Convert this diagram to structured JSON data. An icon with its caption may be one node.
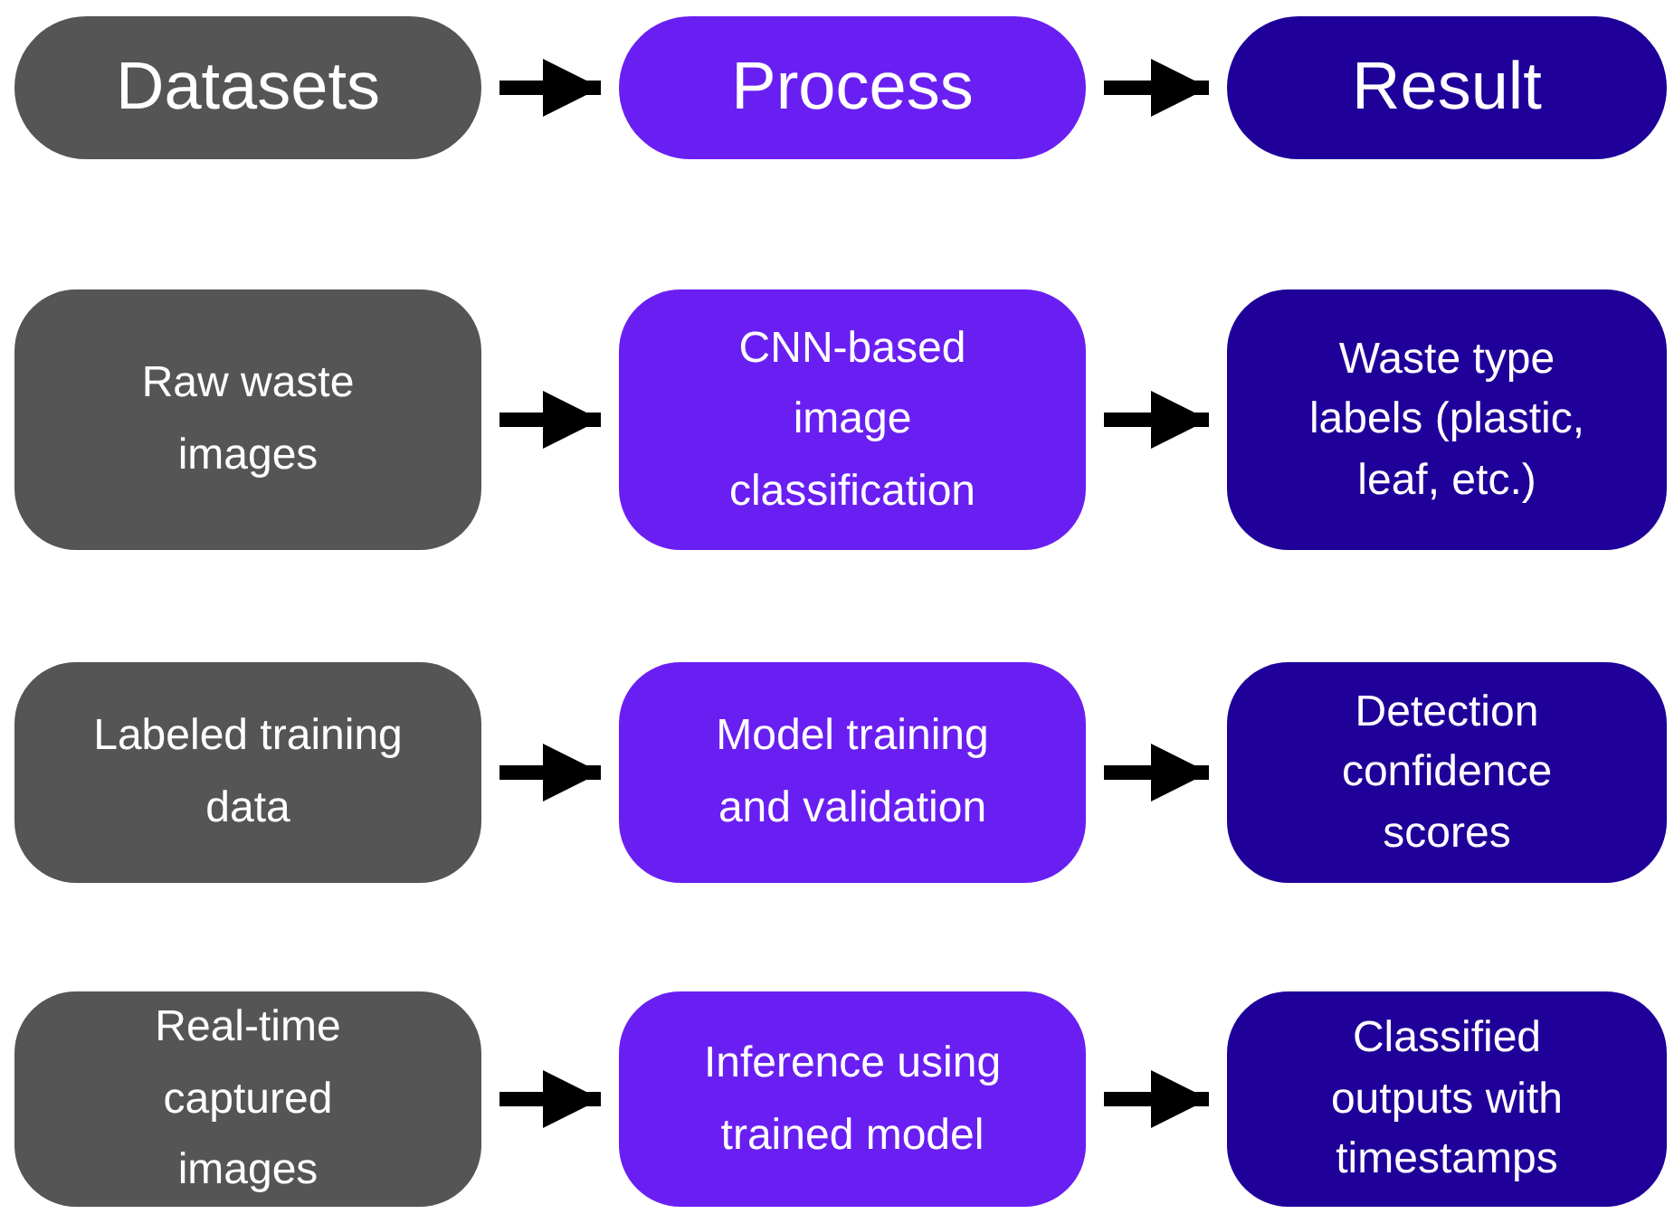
{
  "diagram": {
    "nodes": [
      {
        "text": [
          "Datasets"
        ]
      },
      {
        "text": [
          "Process"
        ]
      },
      {
        "text": [
          "Result"
        ]
      },
      {
        "text": [
          "Raw waste images"
        ]
      },
      {
        "text": [
          "CNN-based image classification"
        ]
      },
      {
        "text": [
          "Waste type labels (plastic, leaf, etc.)"
        ]
      },
      {
        "text": [
          "Labeled training data"
        ]
      },
      {
        "text": [
          "Model training and validation"
        ]
      },
      {
        "text": [
          "Detection confidence scores"
        ]
      },
      {
        "text": [
          "Real-time captured images"
        ]
      },
      {
        "text": [
          "Inference using trained model"
        ]
      },
      {
        "text": [
          "Classified outputs with timestamps"
        ]
      }
    ],
    "edges": [
      {
        "from": 0,
        "to": 1,
        "arrow": "to"
      },
      {
        "from": 1,
        "to": 2,
        "arrow": "to"
      },
      {
        "from": 3,
        "to": 4,
        "arrow": "to"
      },
      {
        "from": 4,
        "to": 5,
        "arrow": "to"
      },
      {
        "from": 6,
        "to": 7,
        "arrow": "to"
      },
      {
        "from": 7,
        "to": 8,
        "arrow": "to"
      },
      {
        "from": 9,
        "to": 10,
        "arrow": "to"
      },
      {
        "from": 10,
        "to": 11,
        "arrow": "to"
      }
    ]
  }
}
